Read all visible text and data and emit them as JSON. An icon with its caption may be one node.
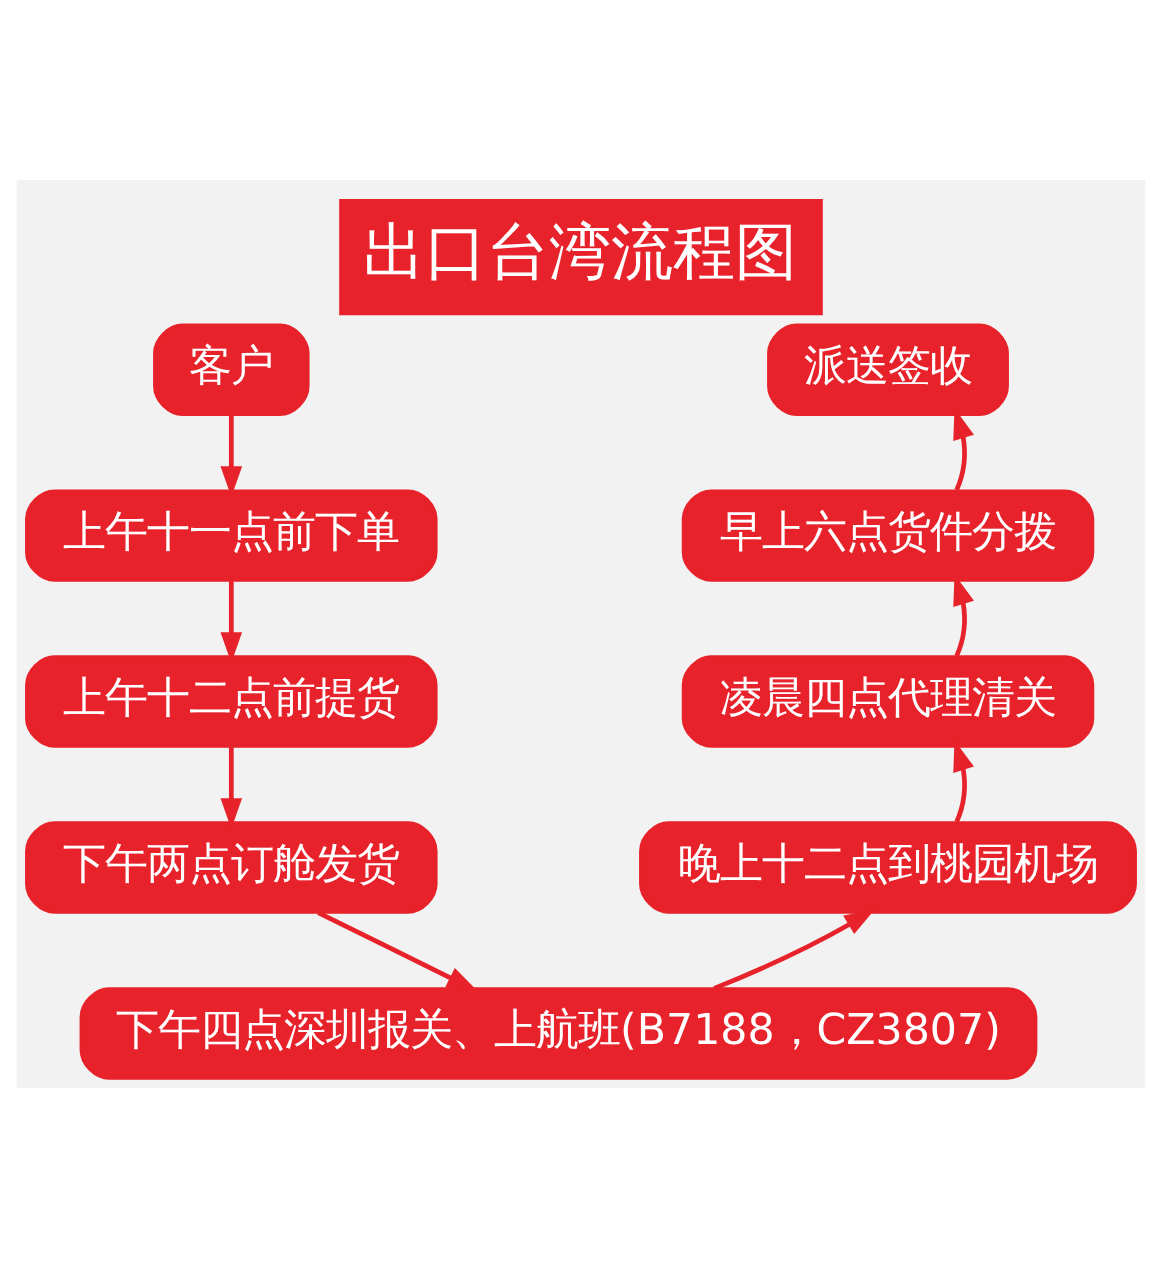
{
  "diagram": {
    "title": "出口台湾流程图",
    "nodes": [
      {
        "text": [
          "客户"
        ]
      },
      {
        "text": [
          "上午十一点前下单"
        ]
      },
      {
        "text": [
          "上午十二点前提货"
        ]
      },
      {
        "text": [
          "下午两点订舱发货"
        ]
      },
      {
        "text": [
          "下午四点深圳报关、上航班(B7188，CZ3807)"
        ]
      },
      {
        "text": [
          "晚上十二点到桃园机场"
        ]
      },
      {
        "text": [
          "凌晨四点代理清关"
        ]
      },
      {
        "text": [
          "早上六点货件分拨"
        ]
      },
      {
        "text": [
          "派送签收"
        ]
      }
    ],
    "edges": [
      {
        "from": 0,
        "to": 1,
        "arrow": "to"
      },
      {
        "from": 1,
        "to": 2,
        "arrow": "to"
      },
      {
        "from": 2,
        "to": 3,
        "arrow": "to"
      },
      {
        "from": 3,
        "to": 4,
        "arrow": "to"
      },
      {
        "from": 4,
        "to": 5,
        "arrow": "to"
      },
      {
        "from": 5,
        "to": 6,
        "arrow": "to"
      },
      {
        "from": 6,
        "to": 7,
        "arrow": "to"
      },
      {
        "from": 7,
        "to": 8,
        "arrow": "to"
      }
    ]
  }
}
